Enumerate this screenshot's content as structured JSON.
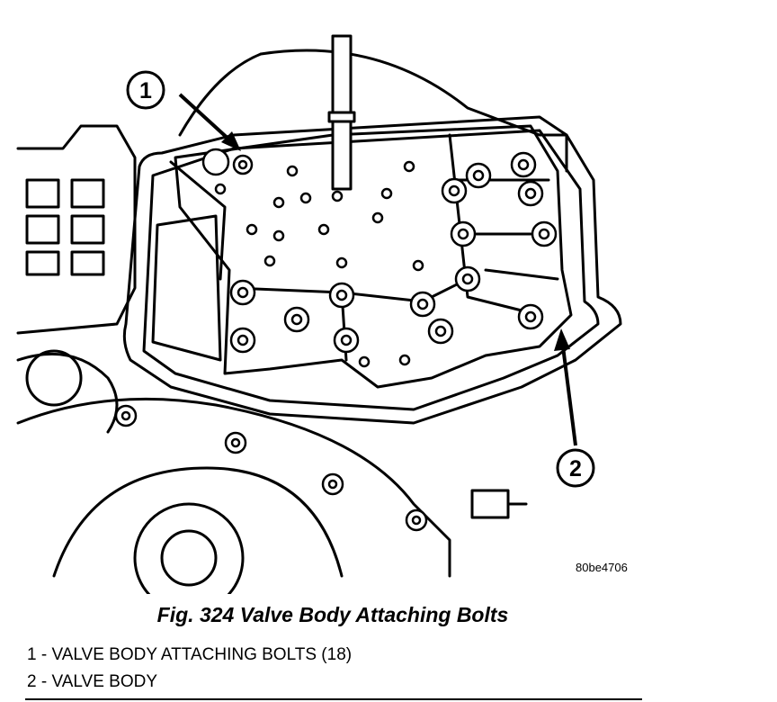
{
  "figure": {
    "illustration_code": "80be4706",
    "caption": "Fig. 324 Valve Body Attaching Bolts",
    "callouts": [
      {
        "number": "1",
        "text": "VALVE BODY ATTACHING BOLTS (18)"
      },
      {
        "number": "2",
        "text": "VALVE BODY"
      }
    ],
    "legend_lines": [
      "1 - VALVE BODY ATTACHING BOLTS (18)",
      "2 - VALVE BODY"
    ]
  }
}
